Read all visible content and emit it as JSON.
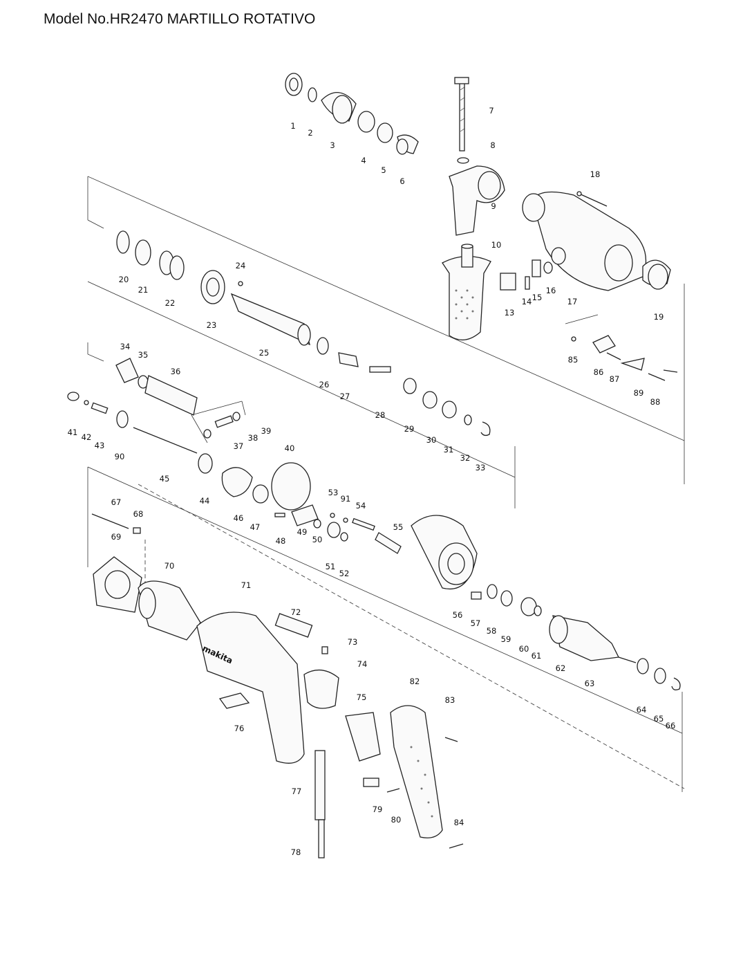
{
  "header": {
    "title": "Model No.HR2470 MARTILLO ROTATIVO"
  },
  "parts": [
    {
      "n": "1"
    },
    {
      "n": "2"
    },
    {
      "n": "3"
    },
    {
      "n": "4"
    },
    {
      "n": "5"
    },
    {
      "n": "6"
    },
    {
      "n": "7"
    },
    {
      "n": "8"
    },
    {
      "n": "9"
    },
    {
      "n": "10"
    },
    {
      "n": "13"
    },
    {
      "n": "14"
    },
    {
      "n": "15"
    },
    {
      "n": "16"
    },
    {
      "n": "17"
    },
    {
      "n": "18"
    },
    {
      "n": "19"
    },
    {
      "n": "20"
    },
    {
      "n": "21"
    },
    {
      "n": "22"
    },
    {
      "n": "23"
    },
    {
      "n": "24"
    },
    {
      "n": "25"
    },
    {
      "n": "26"
    },
    {
      "n": "27"
    },
    {
      "n": "28"
    },
    {
      "n": "29"
    },
    {
      "n": "30"
    },
    {
      "n": "31"
    },
    {
      "n": "32"
    },
    {
      "n": "33"
    },
    {
      "n": "34"
    },
    {
      "n": "35"
    },
    {
      "n": "36"
    },
    {
      "n": "37"
    },
    {
      "n": "38"
    },
    {
      "n": "39"
    },
    {
      "n": "40"
    },
    {
      "n": "41"
    },
    {
      "n": "42"
    },
    {
      "n": "43"
    },
    {
      "n": "44"
    },
    {
      "n": "45"
    },
    {
      "n": "46"
    },
    {
      "n": "47"
    },
    {
      "n": "48"
    },
    {
      "n": "49"
    },
    {
      "n": "50"
    },
    {
      "n": "51"
    },
    {
      "n": "52"
    },
    {
      "n": "53"
    },
    {
      "n": "54"
    },
    {
      "n": "55"
    },
    {
      "n": "56"
    },
    {
      "n": "57"
    },
    {
      "n": "58"
    },
    {
      "n": "59"
    },
    {
      "n": "60"
    },
    {
      "n": "61"
    },
    {
      "n": "62"
    },
    {
      "n": "63"
    },
    {
      "n": "64"
    },
    {
      "n": "65"
    },
    {
      "n": "66"
    },
    {
      "n": "67"
    },
    {
      "n": "68"
    },
    {
      "n": "69"
    },
    {
      "n": "70"
    },
    {
      "n": "71"
    },
    {
      "n": "72"
    },
    {
      "n": "73"
    },
    {
      "n": "74"
    },
    {
      "n": "75"
    },
    {
      "n": "76"
    },
    {
      "n": "77"
    },
    {
      "n": "78"
    },
    {
      "n": "79"
    },
    {
      "n": "80"
    },
    {
      "n": "82"
    },
    {
      "n": "83"
    },
    {
      "n": "84"
    },
    {
      "n": "85"
    },
    {
      "n": "86"
    },
    {
      "n": "87"
    },
    {
      "n": "88"
    },
    {
      "n": "89"
    },
    {
      "n": "90"
    },
    {
      "n": "91"
    }
  ],
  "housing_brand": "makita"
}
